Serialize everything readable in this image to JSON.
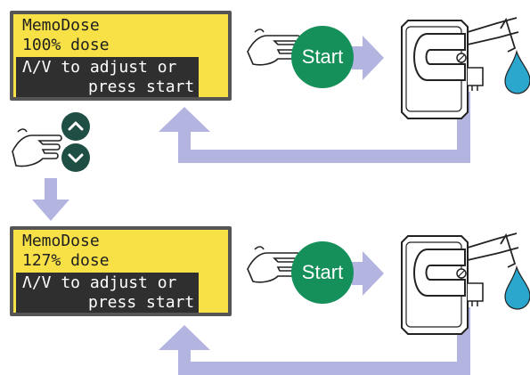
{
  "panels": [
    {
      "display": {
        "line1": "MemoDose",
        "line2": "100% dose",
        "line3": "Λ/V to adjust or",
        "line4": "press start"
      },
      "start_label": "Start"
    },
    {
      "display": {
        "line1": "MemoDose",
        "line2": "127% dose",
        "line3": "Λ/V to adjust or",
        "line4": "press start"
      },
      "start_label": "Start"
    }
  ],
  "nav": {
    "up_symbol": "⌃",
    "down_symbol": "⌄"
  },
  "colors": {
    "lcd_background": "#f8e047",
    "lcd_border": "#555555",
    "lcd_highlight": "#2f2f2f",
    "start_button": "#16905a",
    "nav_button": "#1f4f44",
    "arrow": "#b4b4e0",
    "water_drop": "#2ba6cc",
    "outline": "#222222"
  }
}
